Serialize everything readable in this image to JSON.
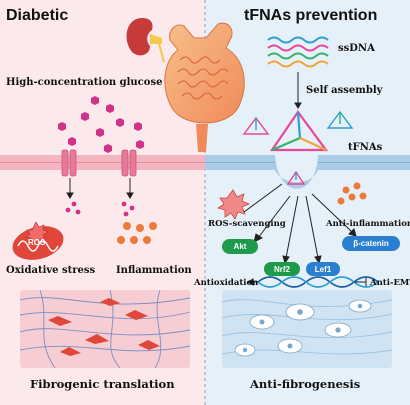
{
  "left_panel": {
    "title": "Diabetic",
    "glucose_label": "High-concentration glucose",
    "ros_badge": "ROS",
    "stress_label": "Oxidative stress",
    "inflammation_label": "Inflammation",
    "footer": "Fibrogenic translation"
  },
  "right_panel": {
    "title": "tFNAs prevention",
    "ssdna_label": "ssDNA",
    "assembly_label": "Self assembly",
    "tfnas_label": "tFNAs",
    "ros_scavenging_label": "ROS-scavenging",
    "anti_inflammation_label": "Anti-inflammation",
    "akt_label": "Akt",
    "beta_catenin_label": "β-catenin",
    "nrf2_label": "Nrf2",
    "lef1_label": "Lef1",
    "antioxidation_label": "Antioxidation",
    "anti_emt_label": "Anti-EMT",
    "footer": "Anti-fibrogenesis"
  },
  "colors": {
    "left_bg": "#fbe9ec",
    "right_bg": "#e6f0f8",
    "glucose": "#d2338a",
    "inflammation": "#ee7a3a",
    "channel": "#e8799a",
    "green_pill": "#1e9b4a",
    "blue_pill": "#2a7fd0",
    "ros": "#e0463a"
  }
}
